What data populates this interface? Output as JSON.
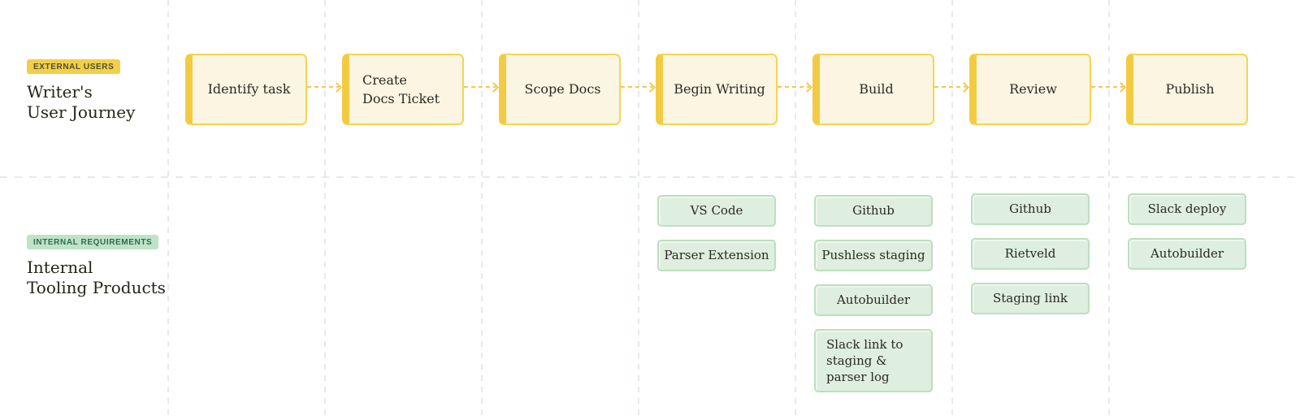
{
  "lanes": {
    "external": {
      "badge": "EXTERNAL USERS",
      "title": "Writer's\nUser Journey"
    },
    "internal": {
      "badge": "INTERNAL REQUIREMENTS",
      "title": "Internal\nTooling Products"
    }
  },
  "journey": {
    "steps": [
      "Identify task",
      "Create\nDocs Ticket",
      "Scope Docs",
      "Begin Writing",
      "Build",
      "Review",
      "Publish"
    ]
  },
  "tools": {
    "begin_writing": [
      "VS Code",
      "Parser Extension"
    ],
    "build": [
      "Github",
      "Pushless staging",
      "Autobuilder",
      "Slack link to staging & parser log"
    ],
    "review": [
      "Github",
      "Rietveld",
      "Staging link"
    ],
    "publish": [
      "Slack deploy",
      "Autobuilder"
    ]
  },
  "colors": {
    "step_fill": "#FCF5E2",
    "step_border": "#F6D54F",
    "step_accent_bar": "#F2CB42",
    "arrow": "#F3C94A",
    "badge_yellow_bg": "#F2CF47",
    "badge_yellow_text": "#504D33",
    "badge_green_bg": "#BEE3C6",
    "badge_green_text": "#2D6B4F",
    "tool_fill": "#DEEEDF",
    "tool_border": "#BCDFBE",
    "grid_line": "#E1EBEA"
  }
}
